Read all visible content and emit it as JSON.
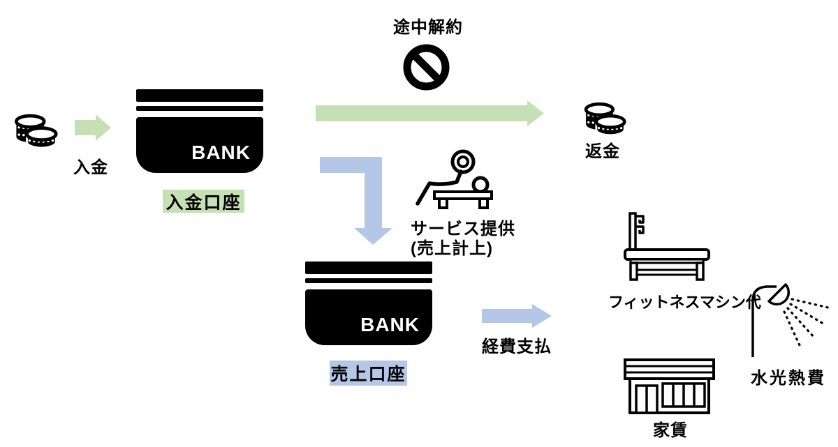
{
  "colors": {
    "green": "#c5e0b4",
    "blue": "#b4c7e7",
    "card_black": "#000000"
  },
  "flows": {
    "deposit": "入金",
    "cancellation": "途中解約",
    "refund": "返金",
    "service_line1": "サービス提供",
    "service_line2": "(売上計上)",
    "expense": "経費支払"
  },
  "accounts": {
    "deposit": {
      "bank": "BANK",
      "tag": "入金口座"
    },
    "sales": {
      "bank": "BANK",
      "tag": "売上口座"
    }
  },
  "expenses": {
    "machine": "フィットネスマシン代",
    "utilities": "水光熱費",
    "rent": "家賃"
  },
  "icons": [
    "coin-stack",
    "prohibition",
    "bench-press",
    "weight-bench",
    "shower",
    "storefront"
  ]
}
